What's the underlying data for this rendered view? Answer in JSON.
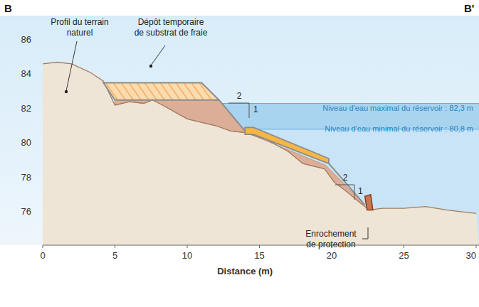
{
  "diagram": {
    "labels": [
      "B",
      "B'",
      "Profil du terrain naturel",
      "Dépôt temporaire de substrat de fraie",
      "Niveau d'eau maximal du réservoir : 82,3 m",
      "Niveau d'eau minimal du réservoir : 80,8 m",
      "2",
      "1",
      "2",
      "1",
      "Enrochement de protection",
      "86",
      "84",
      "82",
      "80",
      "78",
      "76",
      "0",
      "5",
      "10",
      "15",
      "20",
      "25",
      "30",
      "Distance (m)"
    ]
  }
}
